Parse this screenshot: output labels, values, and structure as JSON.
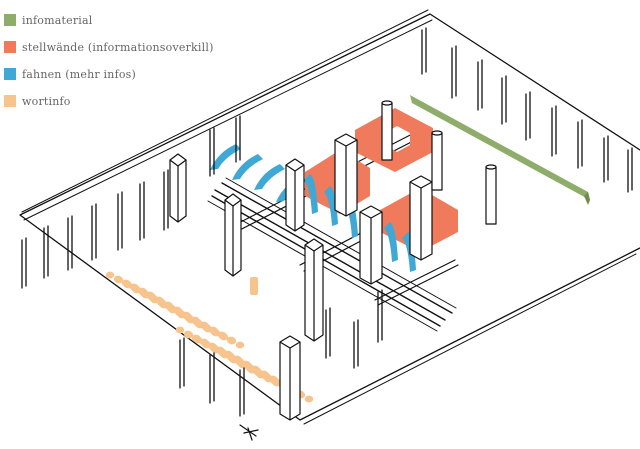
{
  "legend": {
    "items": [
      {
        "label": "infomaterial",
        "color": "#8fad6a",
        "icon": "infomaterial-swatch"
      },
      {
        "label": "stellwände (informationsoverkill)",
        "color": "#f07a5c",
        "icon": "stellwaende-swatch"
      },
      {
        "label": "fahnen (mehr infos)",
        "color": "#3fa8d4",
        "icon": "fahnen-swatch"
      },
      {
        "label": "wortinfo",
        "color": "#f8c48e",
        "icon": "wortinfo-swatch"
      }
    ]
  },
  "drawing": {
    "ink_color": "#111111",
    "colors": {
      "infomaterial": "#8fad6a",
      "stellwaende": "#f07a5c",
      "fahnen": "#3fa8d4",
      "wortinfo": "#f8c48e"
    }
  }
}
